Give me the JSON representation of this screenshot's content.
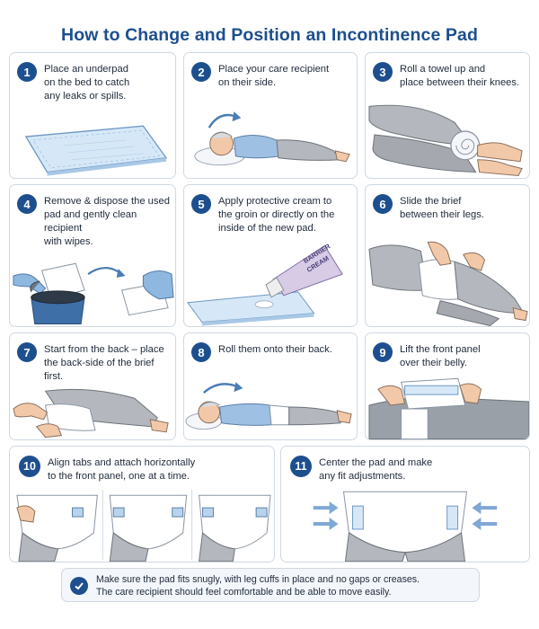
{
  "title": "How to Change and Position an Incontinence Pad",
  "steps": [
    {
      "number": "1",
      "text": "Place an underpad\non the bed to catch\nany leaks or spills."
    },
    {
      "number": "2",
      "text": "Place your care recipient\non their side."
    },
    {
      "number": "3",
      "text": "Roll a towel up and\nplace between their knees."
    },
    {
      "number": "4",
      "text": "Remove & dispose the used\npad and gently clean recipient\nwith wipes."
    },
    {
      "number": "5",
      "text": "Apply protective cream to\nthe groin or directly on the\ninside of the new pad."
    },
    {
      "number": "6",
      "text": "Slide the brief\nbetween their legs."
    },
    {
      "number": "7",
      "text": "Start from the back – place\nthe back-side of the brief first."
    },
    {
      "number": "8",
      "text": "Roll them onto their back."
    },
    {
      "number": "9",
      "text": "Lift the front panel\nover their belly."
    },
    {
      "number": "10",
      "text": "Align tabs and attach horizontally\nto the front panel, one at a time."
    },
    {
      "number": "11",
      "text": "Center the pad and make\nany fit adjustments."
    }
  ],
  "cream_label": {
    "line1": "BARRIER",
    "line2": "CREAM"
  },
  "footer": {
    "line1": "Make sure the pad fits snugly, with leg cuffs in place and no gaps or creases.",
    "line2": "The care recipient should feel comfortable and be able to move easily."
  },
  "colors": {
    "accent": "#1d4f8e",
    "border": "#cfd8e3",
    "pad_blue": "#d6e8f7",
    "skin": "#f2c9a8",
    "shirt": "#9dc0e3",
    "pants": "#b4b8be"
  }
}
